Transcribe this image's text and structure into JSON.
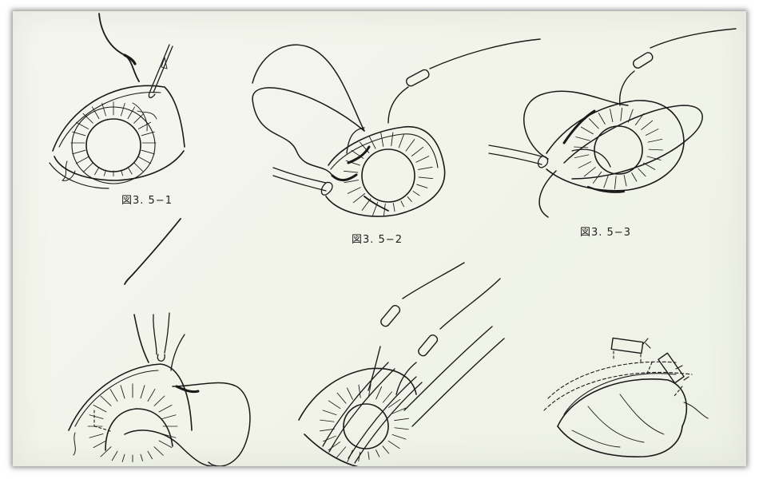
{
  "captions": {
    "fig_1": "図3. 5−1",
    "fig_2": "図3. 5−2",
    "fig_3": "図3. 5−3"
  },
  "colors": {
    "ink": "#1a1a1a",
    "paper": "#f3f5eb"
  }
}
